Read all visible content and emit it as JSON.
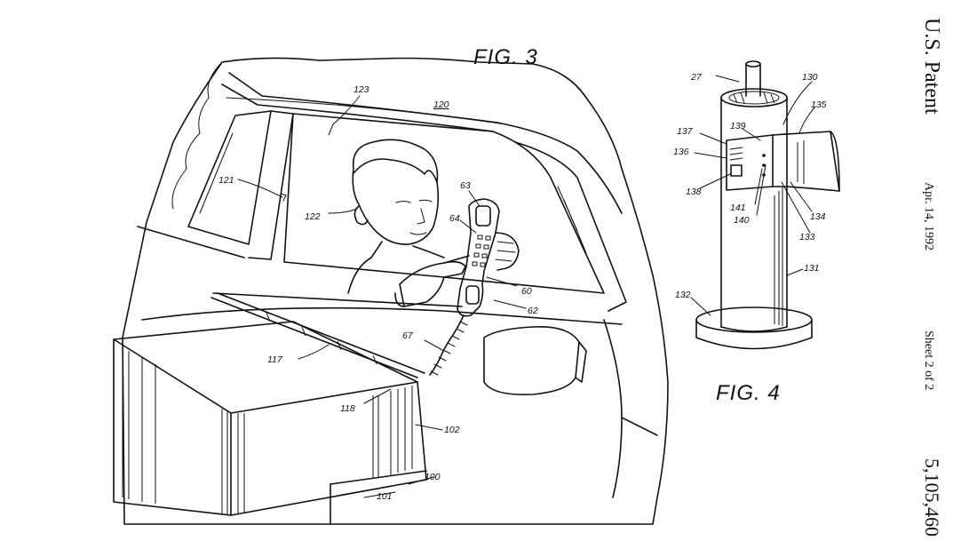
{
  "figures": {
    "fig3_title": "FIG. 3",
    "fig4_title": "FIG. 4"
  },
  "fig3_labels": {
    "l123": "123",
    "l120": "120",
    "l121": "121",
    "l122": "122",
    "l63": "63",
    "l64": "64",
    "l60": "60",
    "l62": "62",
    "l67": "67",
    "l117": "117",
    "l118": "118",
    "l102": "102",
    "l100": "100",
    "l101": "101"
  },
  "fig4_labels": {
    "l27": "27",
    "l130": "130",
    "l135": "135",
    "l137": "137",
    "l139": "139",
    "l136": "136",
    "l138": "138",
    "l141": "141",
    "l140": "140",
    "l134": "134",
    "l133": "133",
    "l131": "131",
    "l132": "132"
  },
  "sidebar": {
    "patent": "U.S. Patent",
    "date": "Apr. 14, 1992",
    "sheet": "Sheet 2 of 2",
    "number": "5,105,460"
  }
}
